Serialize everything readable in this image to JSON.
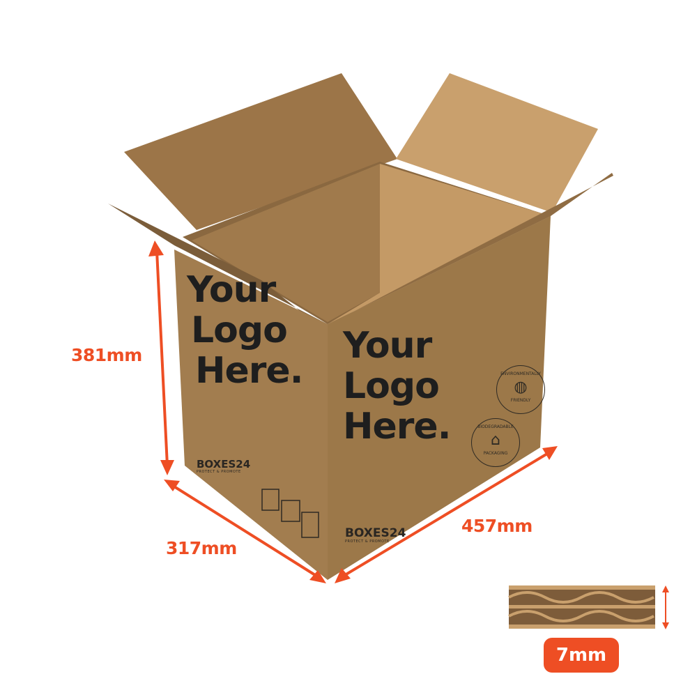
{
  "dimensions": {
    "height": "381mm",
    "width": "317mm",
    "length": "457mm",
    "wall_thickness": "7mm"
  },
  "logo_placeholder": {
    "line1": "Your",
    "line2": "Logo",
    "line3": "Here."
  },
  "brand": {
    "name": "BOXES24",
    "tagline": "PROTECT & PROMOTE"
  },
  "stamps": [
    {
      "top": "BIODEGRADABLE",
      "bottom": "PACKAGING",
      "icon": "sprout-box-icon"
    },
    {
      "top": "ENVIRONMENTALLY",
      "bottom": "FRIENDLY",
      "icon": "globe-sprout-icon"
    }
  ],
  "handling_icons": [
    "this-way-up-icon",
    "recycle-icon",
    "fragile-glass-icon"
  ],
  "colors": {
    "accent": "#ee4e24",
    "cardboard": "#a57f52",
    "ink": "#1e1e1e"
  }
}
